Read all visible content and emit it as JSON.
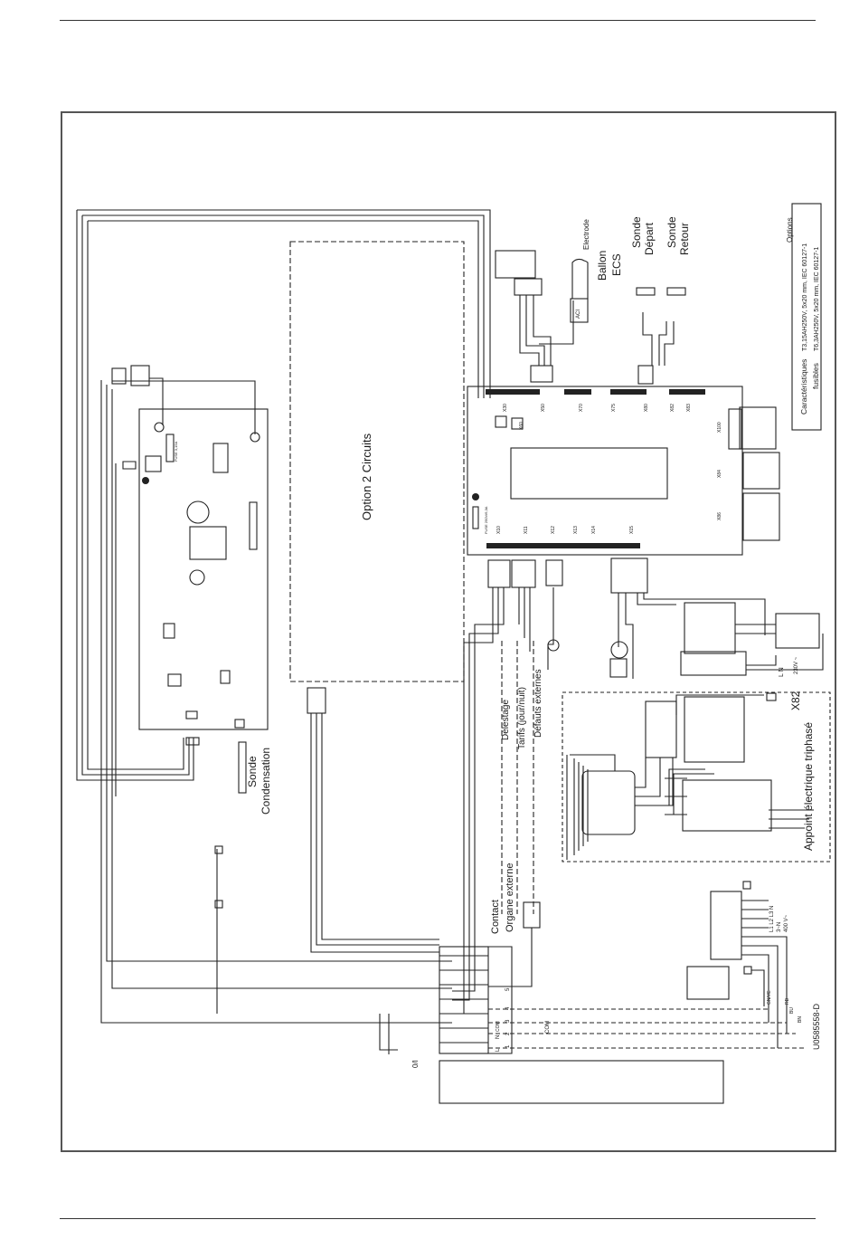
{
  "diagram": {
    "reference": "U0585558-D",
    "option_box_label": "Option 2 Circuits",
    "sensors": {
      "condensation": [
        "Sonde",
        "Condensation"
      ],
      "depart": [
        "Sonde",
        "Départ"
      ],
      "retour": [
        "Sonde",
        "Retour"
      ]
    },
    "tank": {
      "label": [
        "Ballon",
        "ECS"
      ],
      "electrode": "Electrode",
      "aci": "ACI"
    },
    "options_text": "Options",
    "fuse_heading": "Caractéristiques",
    "fuse_heading2": "fusibles",
    "fuse_1": "T3,15AH250V, 5x20 mm, IEC 60127-1",
    "fuse_2": "T6,3AH250V, 5x20 mm, IEC 60127-1",
    "external_inputs": [
      "Délestage",
      "Tarifs (jour/nuit)",
      "Défauts externes"
    ],
    "contact_label": [
      "Contact",
      "Organe externe"
    ],
    "triphase_label": "Appoint électrique triphasé",
    "x82_label": "X82",
    "connectors": [
      "X30",
      "X50",
      "X70",
      "X75",
      "X80",
      "X82",
      "X83",
      "X100",
      "X84",
      "X86",
      "X10",
      "X11",
      "X12",
      "X13",
      "X14",
      "X15",
      "X60"
    ],
    "supply_labels": {
      "three_phase": "L1 L2 L3 N",
      "three_phase_2": "3~N",
      "three_phase_volt": "400 V~",
      "single": "L N",
      "single_volt": "230V ~"
    },
    "terminal_labels": [
      "L",
      "N",
      "COM",
      "1",
      "2",
      "3",
      "4",
      "5",
      "0/I"
    ],
    "wire_colors": [
      "GN/YE",
      "RD",
      "BU",
      "BN"
    ],
    "com_label": "COM",
    "fuse_board_label": "FUSE 3,15A",
    "fuse_board2_label": "FUSE 250V/6,3A"
  }
}
